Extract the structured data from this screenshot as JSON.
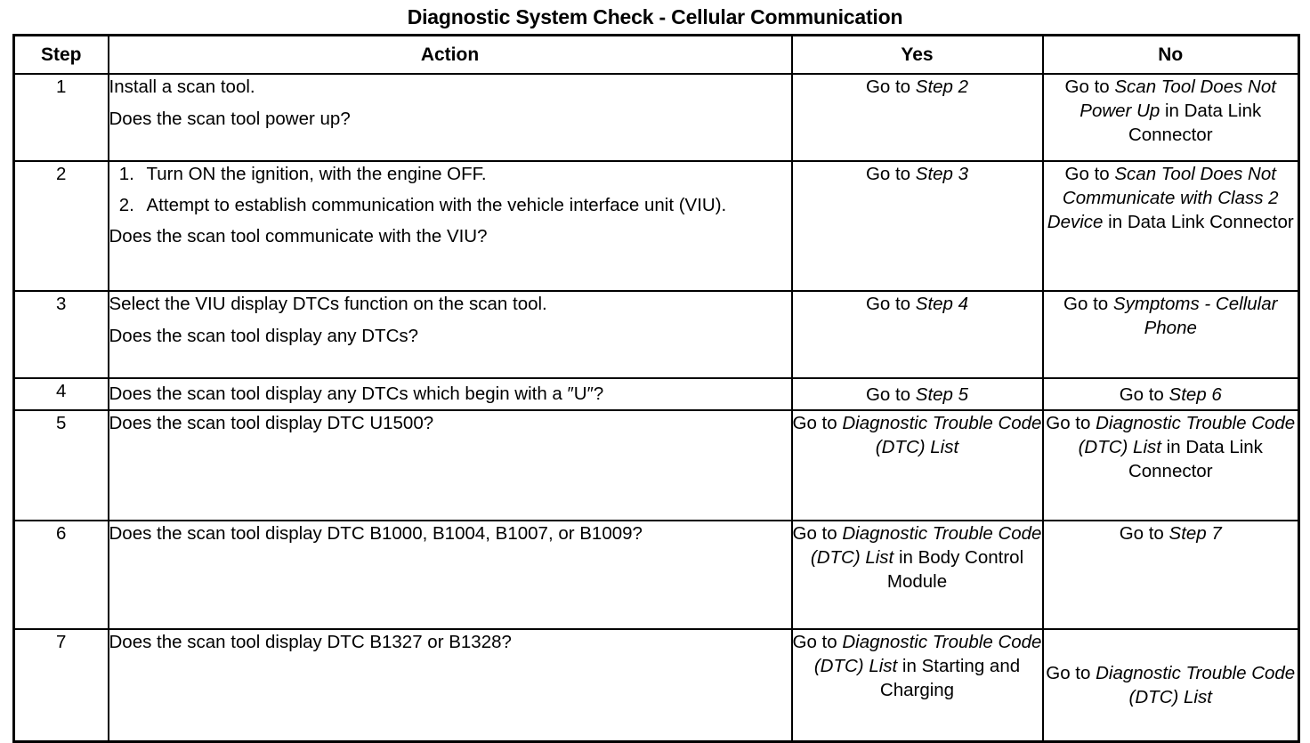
{
  "document": {
    "title": "Diagnostic System Check - Cellular Communication"
  },
  "table": {
    "headers": {
      "step": "Step",
      "action": "Action",
      "yes": "Yes",
      "no": "No"
    },
    "rows": [
      {
        "step": "1",
        "action_lines": [
          "Install a scan tool.",
          "Does the scan tool power up?"
        ],
        "yes": {
          "prefix": "Go to ",
          "italic": "Step 2",
          "suffix": ""
        },
        "no": {
          "prefix": "Go to ",
          "italic": "Scan Tool Does Not Power Up",
          "suffix": " in Data Link Connector"
        }
      },
      {
        "step": "2",
        "numbered": [
          "Turn ON the ignition, with the engine OFF.",
          "Attempt to establish communication with the vehicle interface unit (VIU)."
        ],
        "question": "Does the scan tool communicate with the VIU?",
        "yes": {
          "prefix": "Go to ",
          "italic": "Step 3",
          "suffix": ""
        },
        "no": {
          "prefix": "Go to ",
          "italic": "Scan Tool Does Not Communicate with Class 2 Device",
          "suffix": " in Data Link Connector"
        }
      },
      {
        "step": "3",
        "action_lines": [
          "Select the VIU display DTCs function on the scan tool.",
          "Does the scan tool display any DTCs?"
        ],
        "yes": {
          "prefix": "Go to ",
          "italic": "Step 4",
          "suffix": ""
        },
        "no": {
          "prefix": "Go to ",
          "italic": "Symptoms - Cellular Phone",
          "suffix": ""
        }
      },
      {
        "step": "4",
        "action_lines": [
          "Does the scan tool display any DTCs which begin with a ″U″?"
        ],
        "yes": {
          "prefix": "Go to ",
          "italic": "Step 5",
          "suffix": ""
        },
        "no": {
          "prefix": "Go to ",
          "italic": "Step 6",
          "suffix": ""
        }
      },
      {
        "step": "5",
        "action_lines": [
          "Does the scan tool display DTC U1500?"
        ],
        "yes": {
          "prefix": "Go to ",
          "italic": "Diagnostic Trouble Code (DTC) List",
          "suffix": ""
        },
        "no": {
          "prefix": "Go to ",
          "italic": "Diagnostic Trouble Code (DTC) List",
          "suffix": " in Data Link Connector"
        }
      },
      {
        "step": "6",
        "action_lines": [
          "Does the scan tool display DTC B1000, B1004, B1007, or B1009?"
        ],
        "yes": {
          "prefix": "Go to ",
          "italic": "Diagnostic Trouble Code (DTC) List",
          "suffix": " in Body Control Module"
        },
        "no": {
          "prefix": "Go to ",
          "italic": "Step 7",
          "suffix": ""
        }
      },
      {
        "step": "7",
        "action_lines": [
          "Does the scan tool display DTC B1327 or B1328?"
        ],
        "yes": {
          "prefix": "Go to ",
          "italic": "Diagnostic Trouble Code (DTC) List",
          "suffix": " in Starting and Charging"
        },
        "no": {
          "prefix": "Go to ",
          "italic": "Diagnostic Trouble Code (DTC) List",
          "suffix": ""
        }
      }
    ]
  },
  "colors": {
    "ink": "#000000",
    "paper": "#ffffff"
  }
}
